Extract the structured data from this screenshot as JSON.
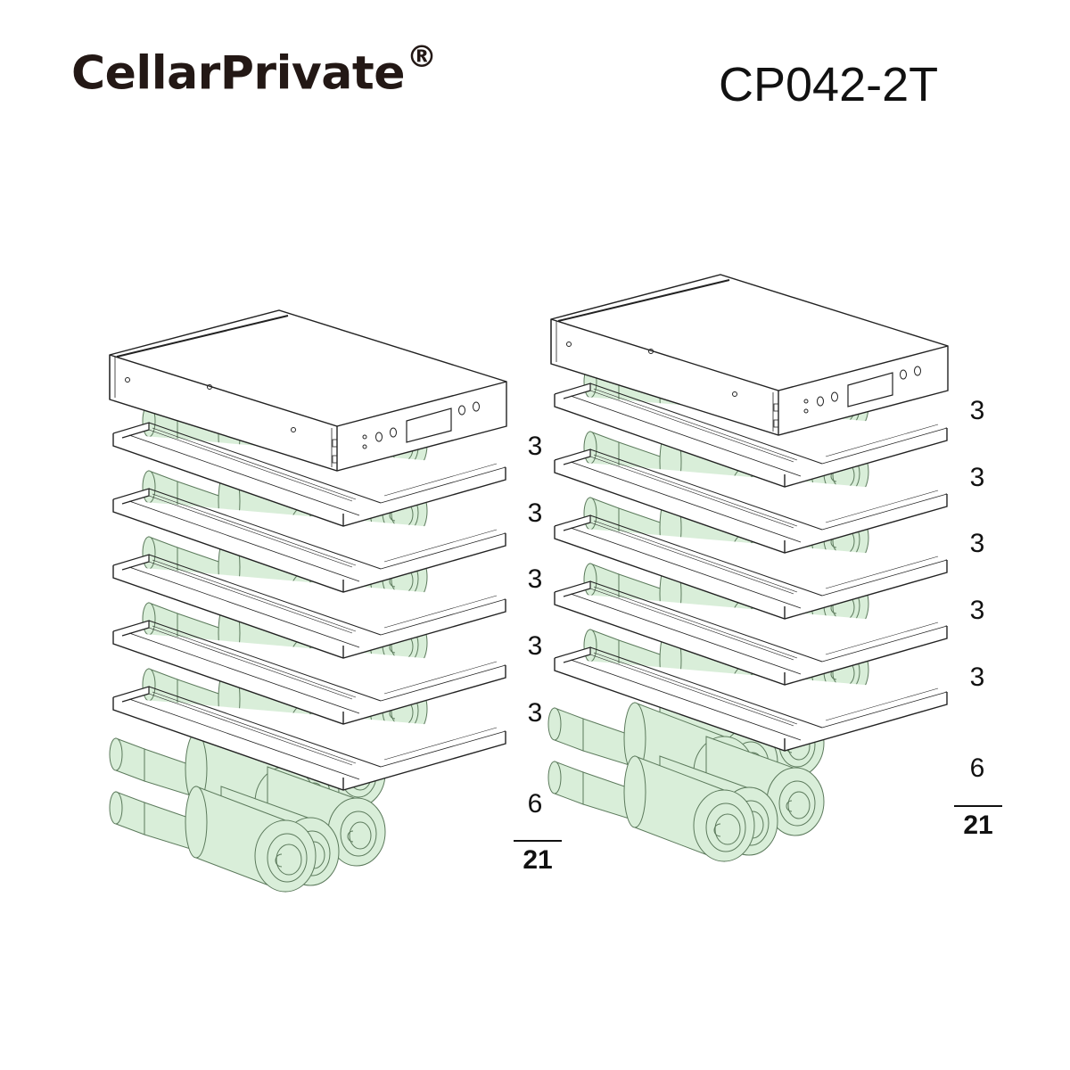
{
  "header": {
    "brand": "CellarPrivate",
    "brand_mark": "®",
    "model": "CP042-2T"
  },
  "colors": {
    "bottle_fill": "#d9eed9",
    "bottle_stroke": "#5c7a5c",
    "line": "#222222",
    "background": "#ffffff"
  },
  "zones": [
    {
      "name": "left",
      "shelves": [
        {
          "bottles": "3"
        },
        {
          "bottles": "3"
        },
        {
          "bottles": "3"
        },
        {
          "bottles": "3"
        },
        {
          "bottles": "3"
        }
      ],
      "bottom_stack": "6",
      "total": "21"
    },
    {
      "name": "right",
      "shelves": [
        {
          "bottles": "3"
        },
        {
          "bottles": "3"
        },
        {
          "bottles": "3"
        },
        {
          "bottles": "3"
        },
        {
          "bottles": "3"
        }
      ],
      "bottom_stack": "6",
      "total": "21"
    }
  ]
}
